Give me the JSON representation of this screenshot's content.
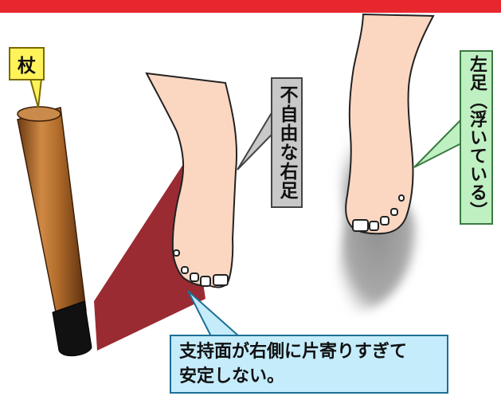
{
  "labels": {
    "cane": "杖",
    "right_foot": "不自由な右足",
    "left_foot": "左足（浮いている）",
    "support_line1": "支持面が右側に片寄りすぎて",
    "support_line2": "安定しない。"
  },
  "colors": {
    "top_bar": "#e8262d",
    "support_area": "#9a2b33",
    "skin": "#fbd7c2",
    "cane_wood": "#b06a2a",
    "cane_tip": "#111111",
    "shadow": "#9a9a9a"
  }
}
